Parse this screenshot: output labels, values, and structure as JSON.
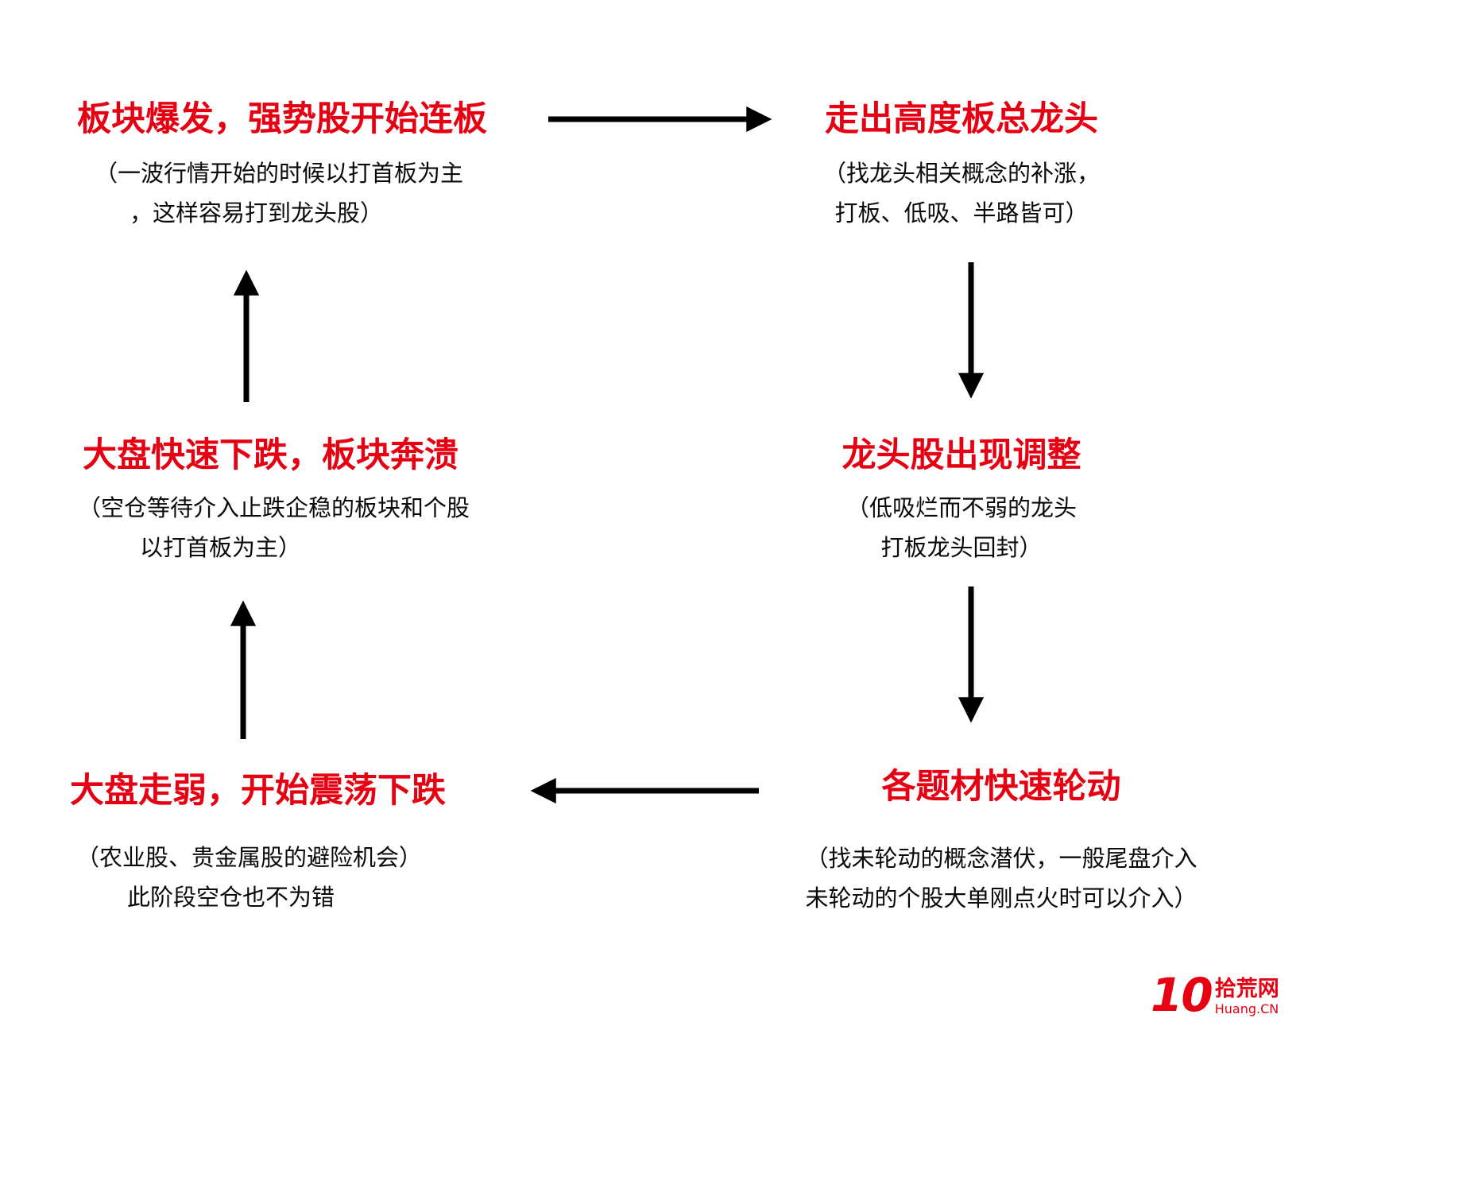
{
  "colors": {
    "accent_red": "#e60012",
    "text_black": "#0a0a0a",
    "arrow_black": "#000000"
  },
  "nodes": [
    {
      "id": "top-left",
      "title": "板块爆发，强势股开始连板",
      "lines": [
        "（一波行情开始的时候以打首板为主",
        "，这样容易打到龙头股）"
      ]
    },
    {
      "id": "top-right",
      "title": "走出高度板总龙头",
      "lines": [
        "（找龙头相关概念的补涨，",
        "打板、低吸、半路皆可）"
      ]
    },
    {
      "id": "middle-right",
      "title": "龙头股出现调整",
      "lines": [
        "（低吸烂而不弱的龙头",
        "打板龙头回封）"
      ]
    },
    {
      "id": "bottom-right",
      "title": "各题材快速轮动",
      "lines": [
        "（找未轮动的概念潜伏，一般尾盘介入",
        "未轮动的个股大单刚点火时可以介入）"
      ]
    },
    {
      "id": "bottom-left",
      "title": "大盘走弱，开始震荡下跌",
      "lines": [
        "（农业股、贵金属股的避险机会）",
        "此阶段空仓也不为错"
      ]
    },
    {
      "id": "middle-left",
      "title": "大盘快速下跌，板块奔溃",
      "lines": [
        "（空仓等待介入止跌企稳的板块和个股",
        "以打首板为主）"
      ]
    }
  ],
  "arrows": [
    {
      "from": "top-left",
      "to": "top-right"
    },
    {
      "from": "top-right",
      "to": "middle-right"
    },
    {
      "from": "middle-right",
      "to": "bottom-right"
    },
    {
      "from": "bottom-right",
      "to": "bottom-left"
    },
    {
      "from": "bottom-left",
      "to": "middle-left"
    },
    {
      "from": "middle-left",
      "to": "top-left"
    }
  ],
  "watermark": {
    "number": "10",
    "name": "拾荒网",
    "domain": "Huang.CN"
  }
}
